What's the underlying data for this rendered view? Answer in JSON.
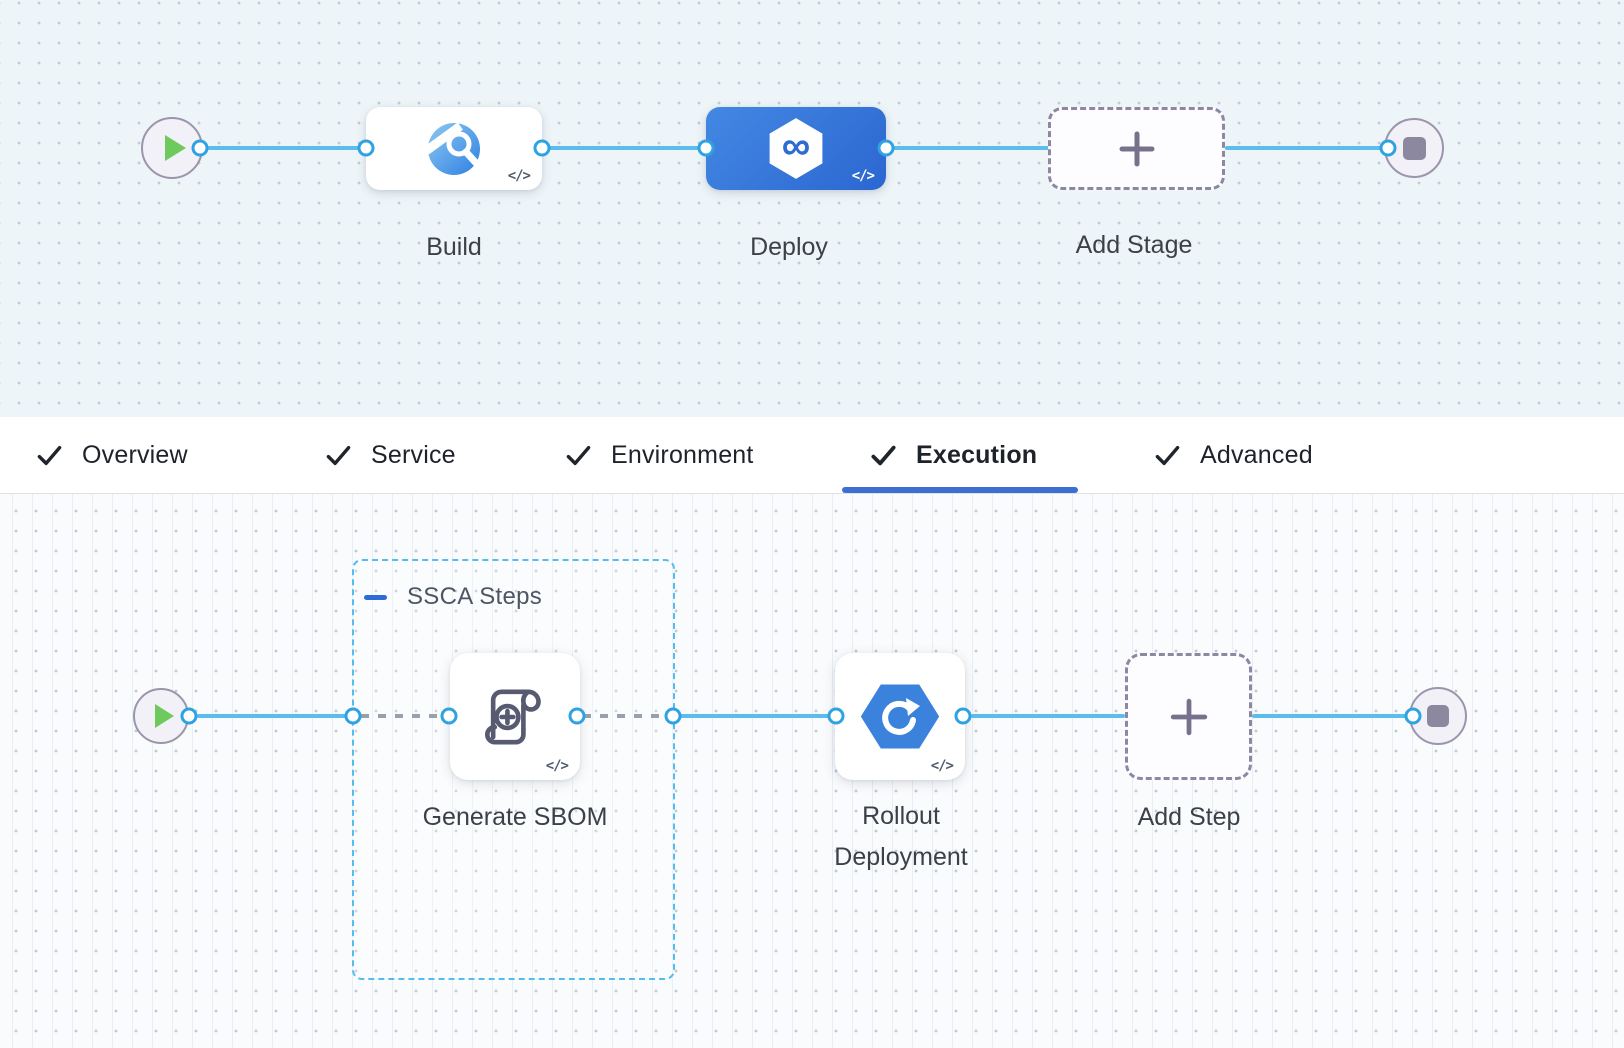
{
  "pipeline": {
    "stages": [
      {
        "label": "Build",
        "icon": "ci-build-icon",
        "code_toggle": "</>",
        "selected": false
      },
      {
        "label": "Deploy",
        "icon": "cd-deploy-infinity-icon",
        "code_toggle": "</>",
        "selected": true
      },
      {
        "label": "Add Stage",
        "icon": "plus-icon"
      }
    ]
  },
  "tabs": [
    {
      "label": "Overview",
      "checked": true,
      "active": false
    },
    {
      "label": "Service",
      "checked": true,
      "active": false
    },
    {
      "label": "Environment",
      "checked": true,
      "active": false
    },
    {
      "label": "Execution",
      "checked": true,
      "active": true
    },
    {
      "label": "Advanced",
      "checked": true,
      "active": false
    }
  ],
  "execution": {
    "group": {
      "label": "SSCA Steps",
      "collapse_icon": "minus-icon"
    },
    "steps": [
      {
        "label": "Generate SBOM",
        "icon": "sbom-scroll-icon",
        "code_toggle": "</>"
      },
      {
        "label": "Rollout Deployment",
        "icon": "rollout-redeploy-icon",
        "code_toggle": "</>"
      }
    ],
    "add_step": {
      "label": "Add Step",
      "icon": "plus-icon"
    }
  },
  "colors": {
    "connector_line": "#5cbcec",
    "connector_ring": "#2ea2e2",
    "selected_stage": "#2b66d0",
    "active_tab_underline": "#3d6fd2",
    "group_border": "#55bcf0",
    "play_green": "#6fca5e",
    "neutral_node": "#8d87a3"
  }
}
